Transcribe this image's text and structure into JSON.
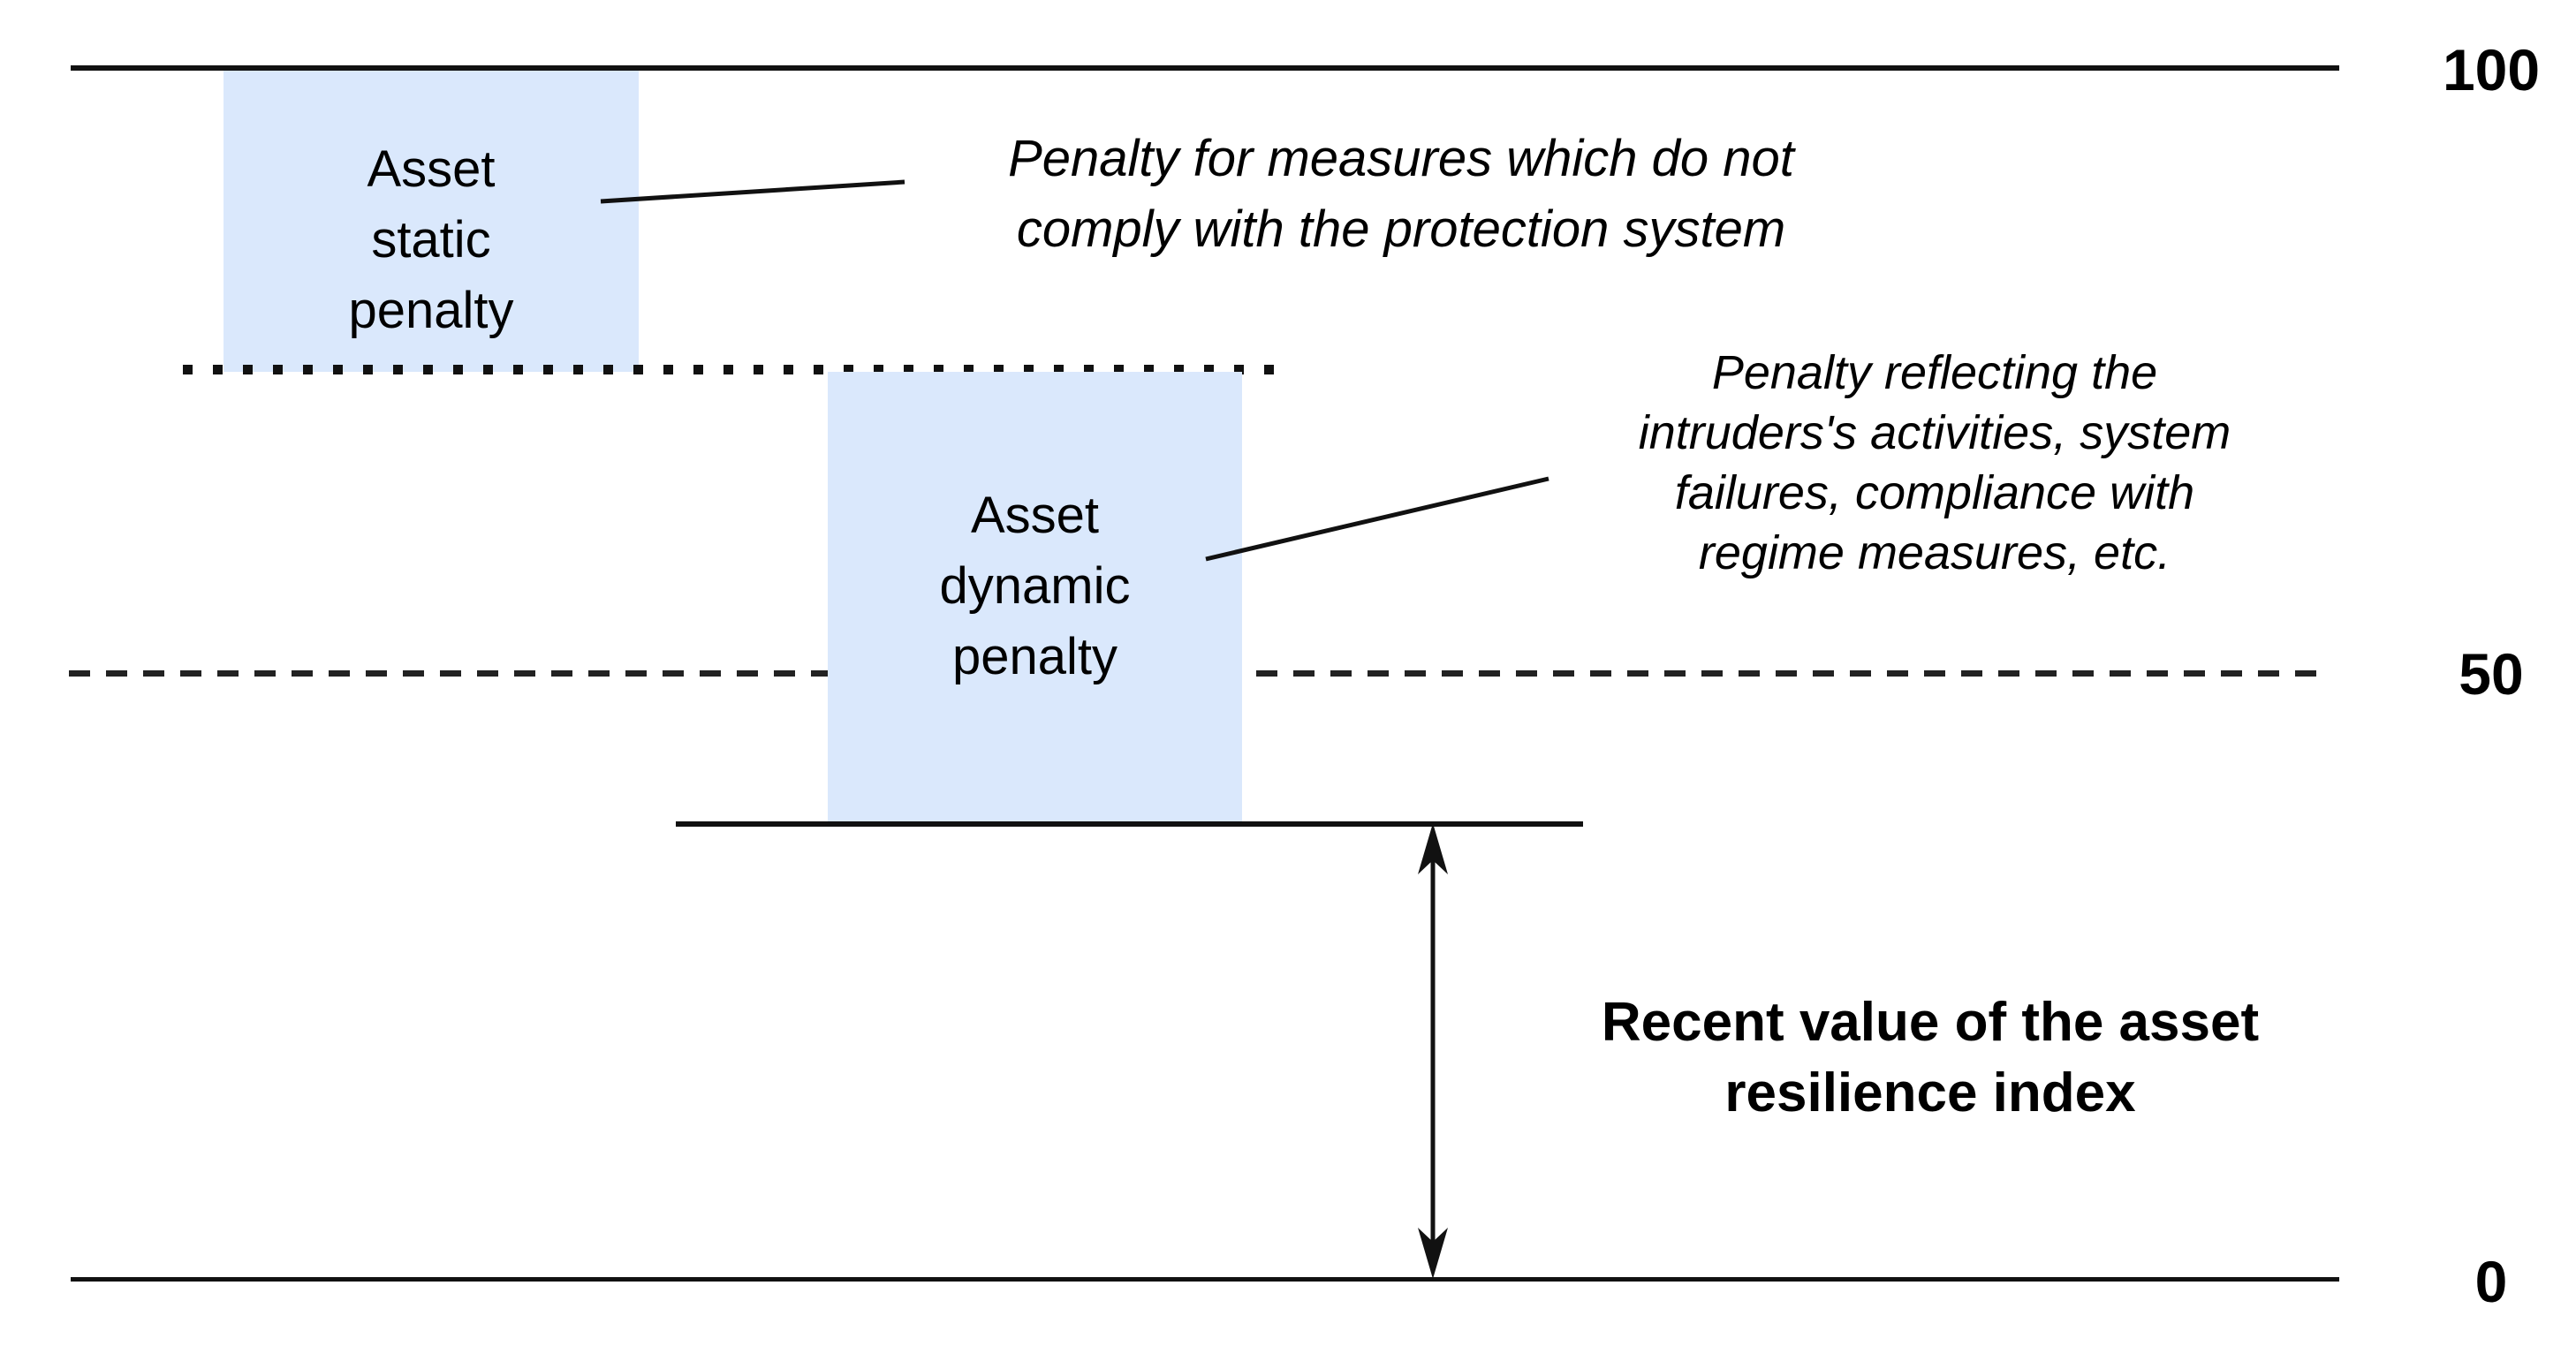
{
  "scale": {
    "top": "100",
    "middle": "50",
    "bottom": "0"
  },
  "boxes": {
    "static": {
      "label": "Asset\nstatic\npenalty"
    },
    "dynamic": {
      "label": "Asset\ndynamic\npenalty"
    }
  },
  "annotations": {
    "static_note": "Penalty for measures which do not\ncomply with the protection system",
    "dynamic_note": "Penalty reflecting the\nintruders's activities, system\nfailures, compliance with\nregime measures, etc.",
    "resilience_note": "Recent value of the asset\nresilience index"
  },
  "colors": {
    "box_fill": "#dae8fc",
    "line": "#111111",
    "text": "#000000"
  }
}
